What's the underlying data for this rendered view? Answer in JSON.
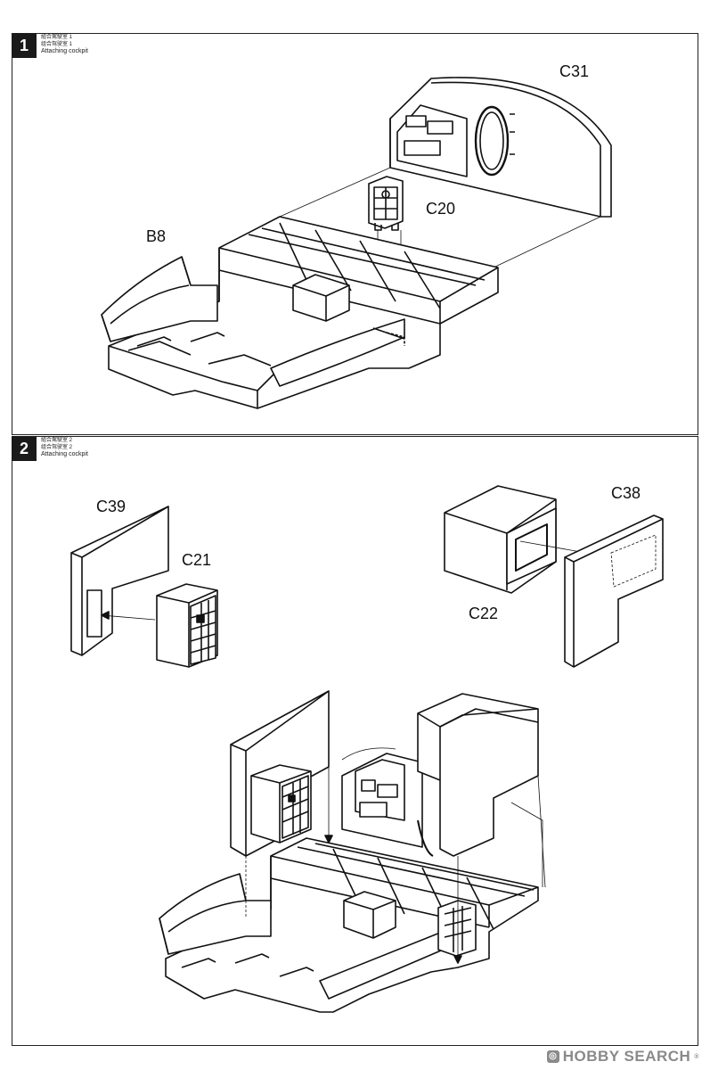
{
  "steps": [
    {
      "number": "1",
      "caption_cn1": "組合駕駛室 1",
      "caption_cn2": "组合驾驶室 1",
      "caption_en": "Attaching cockpit",
      "parts": [
        "C31",
        "C20",
        "B8"
      ]
    },
    {
      "number": "2",
      "caption_cn1": "組合駕駛室 2",
      "caption_cn2": "组合驾驶室 2",
      "caption_en": "Attaching cockpit",
      "parts": [
        "C39",
        "C21",
        "C38",
        "C22"
      ]
    }
  ],
  "watermark": {
    "icon": "hobby-search-logo-icon",
    "text": "HOBBY SEARCH",
    "reg": "®"
  },
  "colors": {
    "line": "#111111",
    "watermark": "#8a8a8a"
  }
}
